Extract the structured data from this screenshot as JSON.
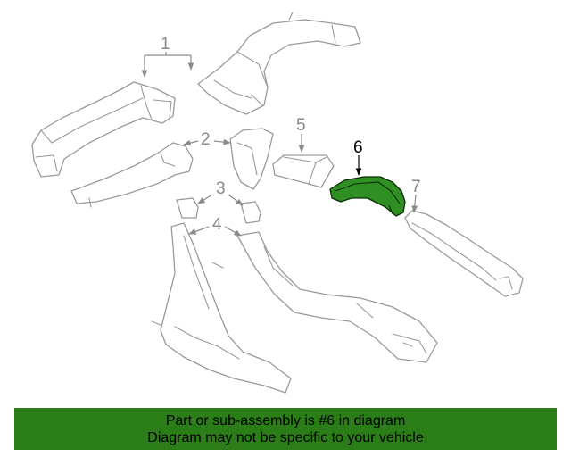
{
  "callouts": {
    "c1": "1",
    "c2": "2",
    "c3": "3",
    "c4": "4",
    "c5": "5",
    "c6": "6",
    "c7": "7"
  },
  "highlight": {
    "part_number": "6",
    "color": "#2f8f22"
  },
  "banner": {
    "color": "#2a7d17",
    "line1": "Part or sub-assembly is #6 in diagram",
    "line2": "Diagram may not be specific to your vehicle"
  }
}
